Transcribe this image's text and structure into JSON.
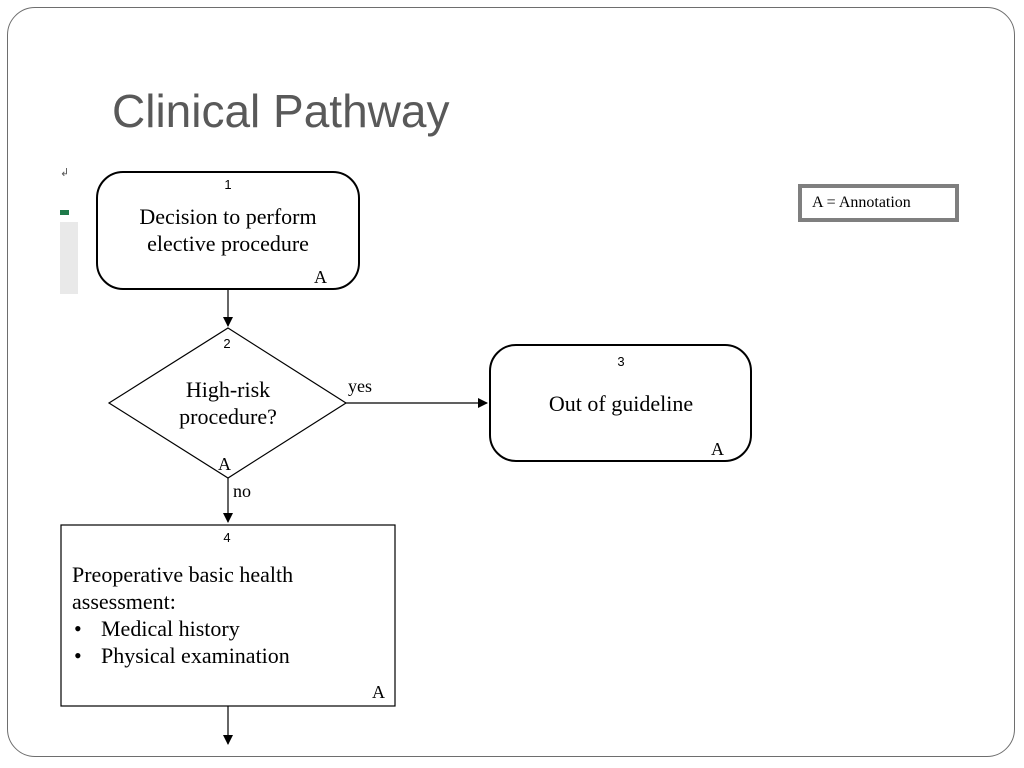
{
  "title": "Clinical Pathway",
  "legend": "A = Annotation",
  "nodes": [
    {
      "id": "1",
      "shape": "rounded-rect",
      "lines": [
        "Decision to perform",
        "elective procedure"
      ],
      "annotation": "A"
    },
    {
      "id": "2",
      "shape": "diamond",
      "lines": [
        "High-risk",
        "procedure?"
      ],
      "annotation": "A"
    },
    {
      "id": "3",
      "shape": "rounded-rect",
      "lines": [
        "Out of guideline"
      ],
      "annotation": "A"
    },
    {
      "id": "4",
      "shape": "rect",
      "lines": [
        "Preoperative basic health",
        "assessment:",
        "Medical history",
        "Physical examination"
      ],
      "bullet": "•",
      "annotation": "A"
    }
  ],
  "edges": [
    {
      "from": "1",
      "to": "2",
      "label": ""
    },
    {
      "from": "2",
      "to": "3",
      "label": "yes"
    },
    {
      "from": "2",
      "to": "4",
      "label": "no"
    },
    {
      "from": "4",
      "to": "next",
      "label": ""
    }
  ]
}
